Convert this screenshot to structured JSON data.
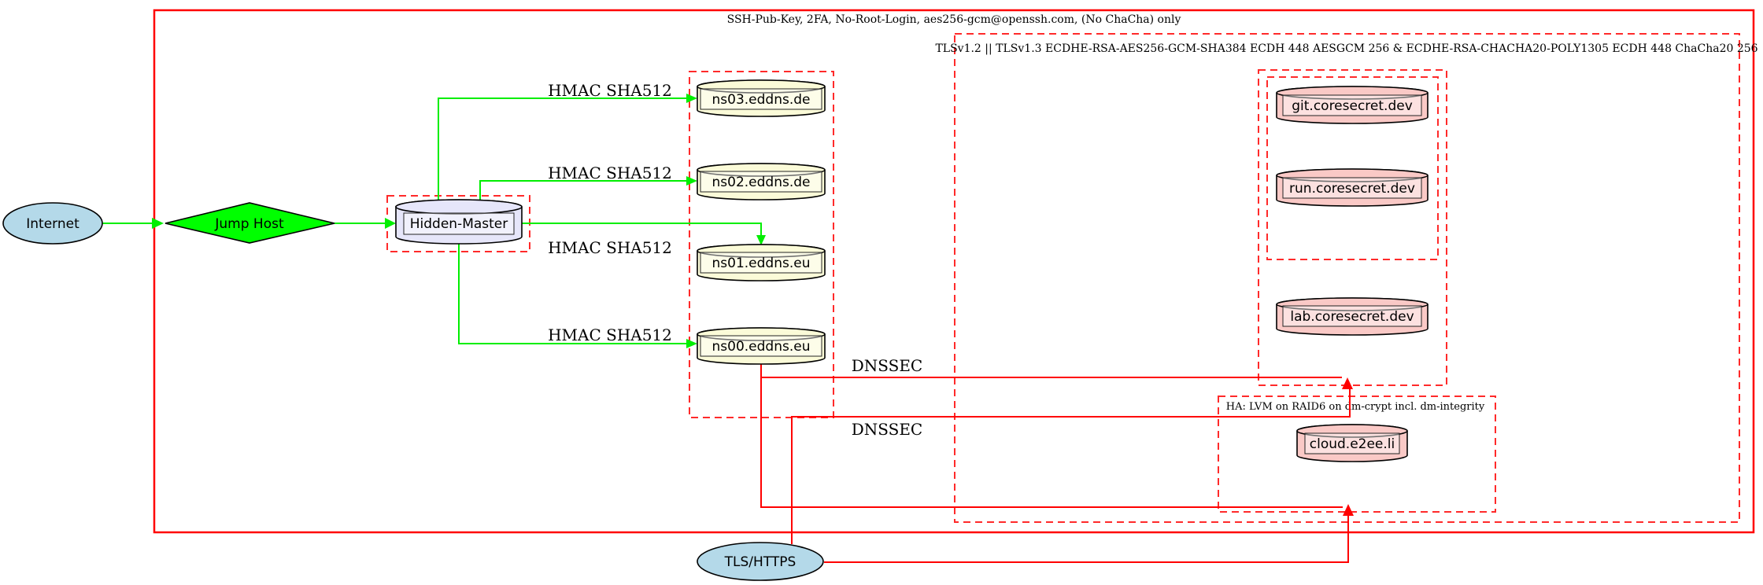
{
  "diagram": {
    "clusters": {
      "ssh": {
        "label": "SSH-Pub-Key, 2FA, No-Root-Login, aes256-gcm@openssh.com, (No ChaCha) only"
      },
      "tls": {
        "label": "TLSv1.2 || TLSv1.3 ECDHE-RSA-AES256-GCM-SHA384 ECDH 448 AESGCM 256 & ECDHE-RSA-CHACHA20-POLY1305 ECDH 448 ChaCha20 256"
      },
      "ha": {
        "label": "HA: LVM on RAID6 on dm-crypt incl. dm-integrity"
      }
    },
    "nodes": {
      "internet": {
        "label": "Internet",
        "shape": "ellipse"
      },
      "jump_host": {
        "label": "Jump Host",
        "shape": "diamond"
      },
      "hidden_master": {
        "label": "Hidden-Master",
        "shape": "cylinder"
      },
      "ns03": {
        "label": "ns03.eddns.de",
        "shape": "cylinder"
      },
      "ns02": {
        "label": "ns02.eddns.de",
        "shape": "cylinder"
      },
      "ns01": {
        "label": "ns01.eddns.eu",
        "shape": "cylinder"
      },
      "ns00": {
        "label": "ns00.eddns.eu",
        "shape": "cylinder"
      },
      "git": {
        "label": "git.coresecret.dev",
        "shape": "cylinder"
      },
      "run": {
        "label": "run.coresecret.dev",
        "shape": "cylinder"
      },
      "lab": {
        "label": "lab.coresecret.dev",
        "shape": "cylinder"
      },
      "cloud": {
        "label": "cloud.e2ee.li",
        "shape": "cylinder"
      },
      "tls_https": {
        "label": "TLS/HTTPS",
        "shape": "ellipse"
      }
    },
    "edge_labels": {
      "hmac": "HMAC SHA512",
      "dnssec": "DNSSEC"
    },
    "colors": {
      "edge_green": "#00ee00",
      "edge_red": "#ff0000",
      "cluster_red": "#ff2a2a",
      "internet_fill": "#b4d9e9",
      "jump_host_fill": "#00ff00",
      "hidden_master_fill": "#e6e6fa",
      "nameserver_fill": "#fbfbd8",
      "service_fill": "#fac9c6",
      "tls_https_fill": "#b4d9e9",
      "outline_black": "#000000"
    }
  }
}
